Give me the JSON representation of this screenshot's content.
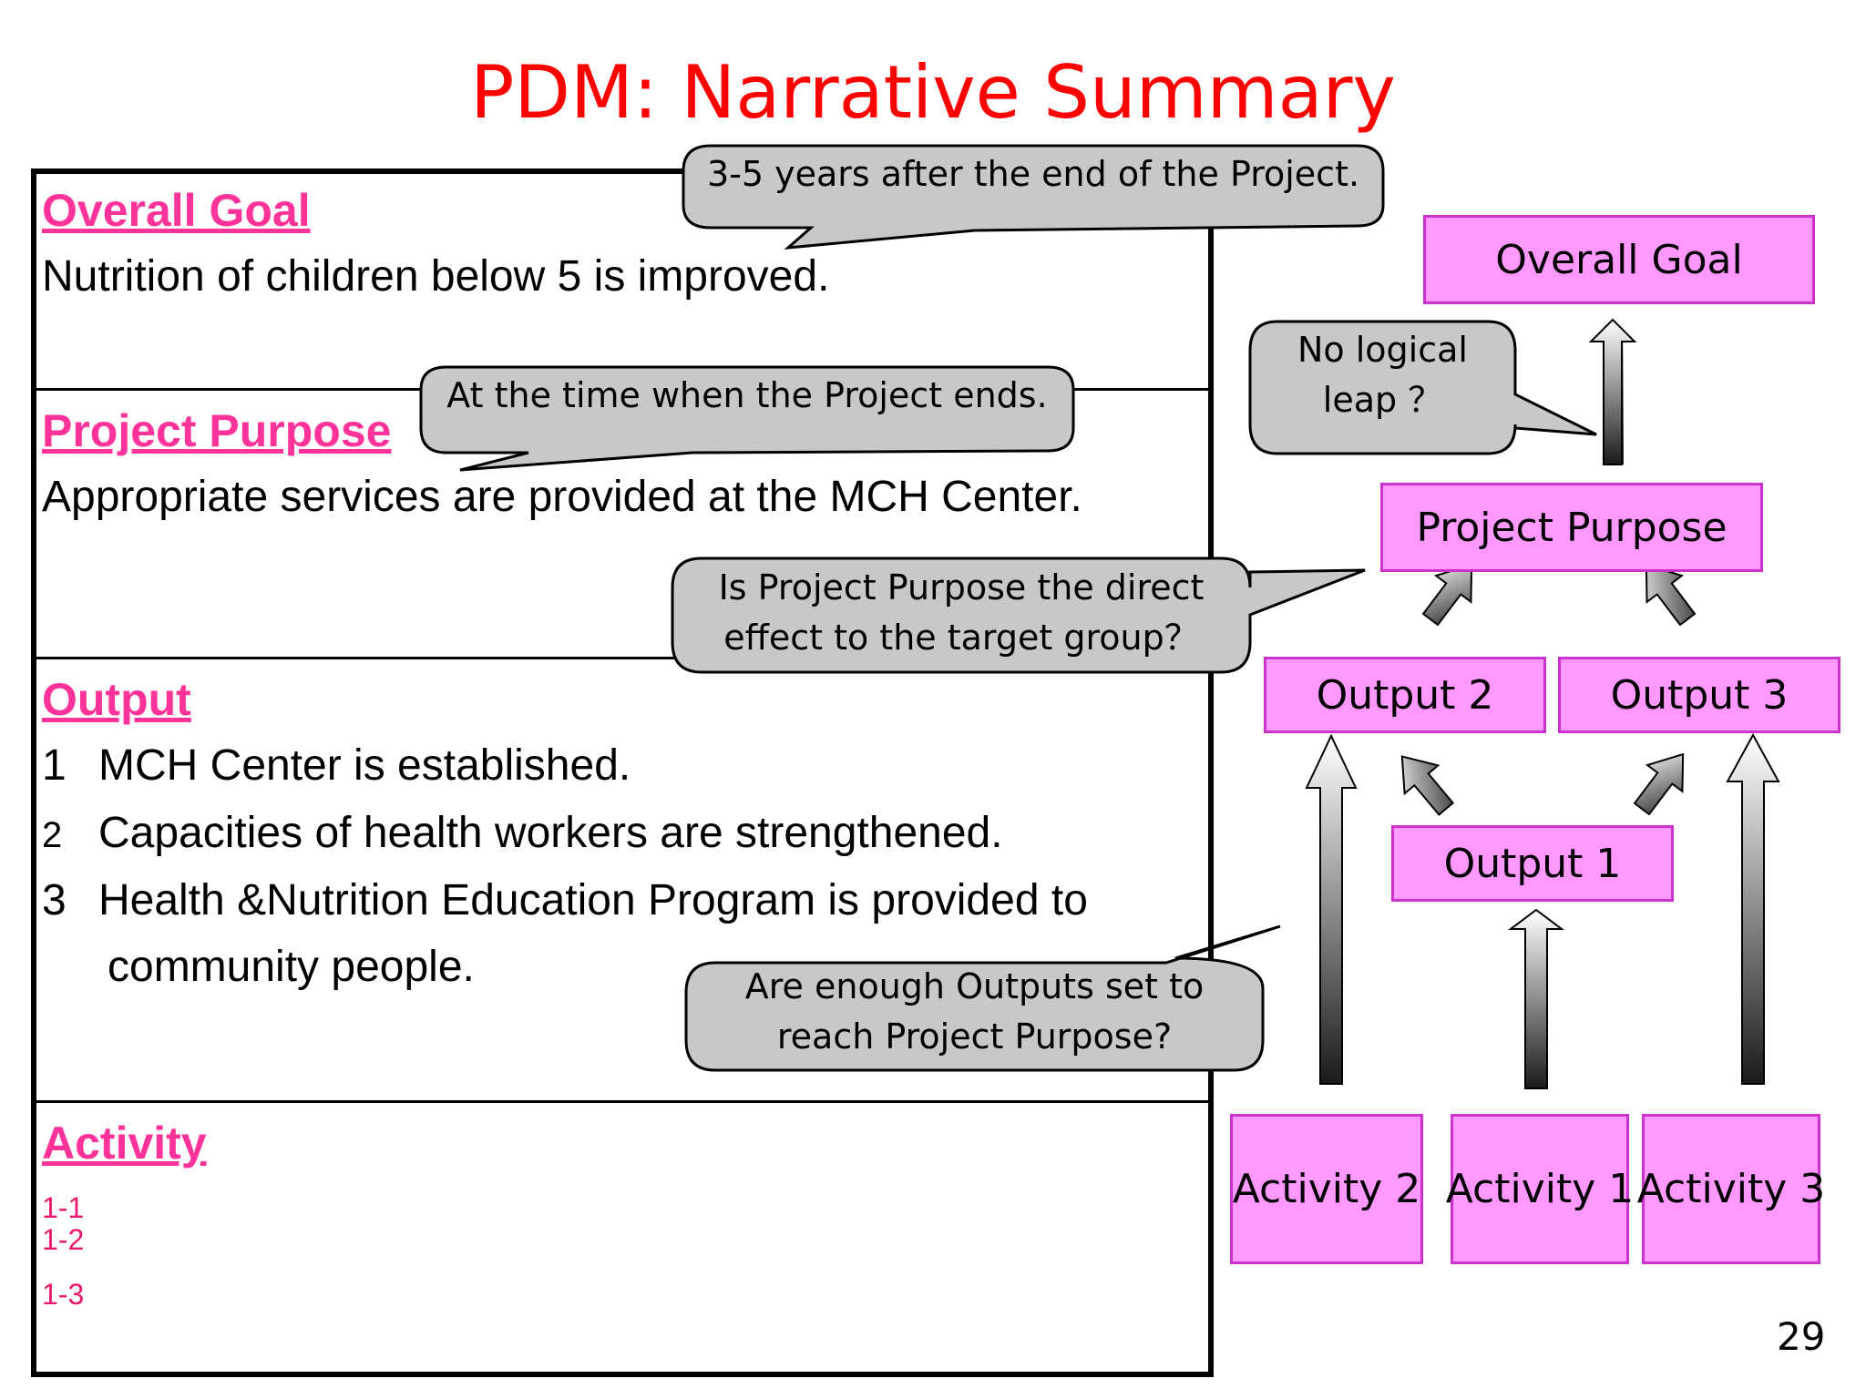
{
  "title": "PDM: Narrative Summary",
  "table": {
    "overall_goal": {
      "heading": "Overall Goal",
      "text": "Nutrition of children below 5 is improved."
    },
    "project_purpose": {
      "heading": "Project Purpose",
      "text": "Appropriate services are provided at the MCH Center."
    },
    "output": {
      "heading": "Output",
      "items": [
        {
          "num": "1",
          "text": "MCH Center is established."
        },
        {
          "num": "2",
          "text": "Capacities of health workers are strengthened."
        },
        {
          "num": "3",
          "text": "Health &Nutrition Education Program is provided to",
          "cont": "community people."
        }
      ]
    },
    "activity": {
      "heading": "Activity",
      "items": [
        "1-1",
        "1-2",
        "1-3"
      ]
    }
  },
  "callouts": {
    "goal_timing": "3-5 years after the end of the Project.",
    "purpose_timing": "At the time when the Project  ends.",
    "logical_leap": [
      "No logical",
      "leap ？"
    ],
    "direct_effect": [
      "Is Project Purpose the direct",
      "effect to the target group？"
    ],
    "enough_outputs": [
      "Are enough Outputs set to",
      "reach Project Purpose?"
    ]
  },
  "diagram": {
    "overall_goal": "Overall Goal",
    "project_purpose": "Project Purpose",
    "output_2": "Output 2",
    "output_3": "Output 3",
    "output_1": "Output 1",
    "activity_2": "Activity 2",
    "activity_1": "Activity 1",
    "activity_3": "Activity 3"
  },
  "page_number": "29",
  "colors": {
    "title": "#ff0000",
    "heading": "#ff3399",
    "box_fill": "#ff99ff",
    "callout_fill": "#c8c8c8"
  }
}
